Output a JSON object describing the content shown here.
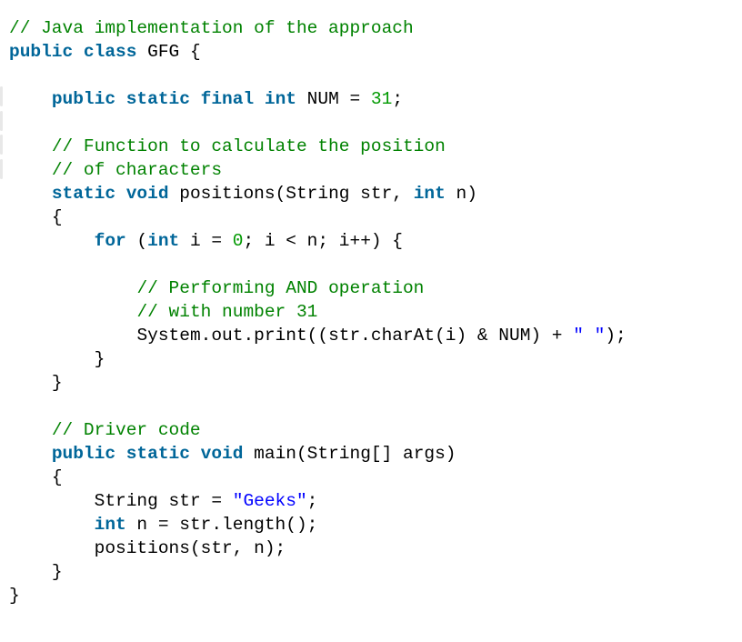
{
  "code": {
    "lines": [
      {
        "indent": 0,
        "tokens": [
          {
            "t": "// Java implementation of the approach",
            "k": "cm"
          }
        ]
      },
      {
        "indent": 0,
        "tokens": [
          {
            "t": "public",
            "k": "kw"
          },
          {
            "t": " ",
            "k": "pl"
          },
          {
            "t": "class",
            "k": "kw"
          },
          {
            "t": " GFG {",
            "k": "pl"
          }
        ]
      },
      {
        "indent": 0,
        "tokens": []
      },
      {
        "indent": 4,
        "tokens": [
          {
            "t": "public",
            "k": "kw"
          },
          {
            "t": " ",
            "k": "pl"
          },
          {
            "t": "static",
            "k": "kw"
          },
          {
            "t": " ",
            "k": "pl"
          },
          {
            "t": "final",
            "k": "kw"
          },
          {
            "t": " ",
            "k": "pl"
          },
          {
            "t": "int",
            "k": "kw"
          },
          {
            "t": " NUM = ",
            "k": "pl"
          },
          {
            "t": "31",
            "k": "num"
          },
          {
            "t": ";",
            "k": "pl"
          }
        ]
      },
      {
        "indent": 0,
        "tokens": []
      },
      {
        "indent": 4,
        "tokens": [
          {
            "t": "// Function to calculate the position",
            "k": "cm"
          }
        ]
      },
      {
        "indent": 4,
        "tokens": [
          {
            "t": "// of characters",
            "k": "cm"
          }
        ]
      },
      {
        "indent": 4,
        "tokens": [
          {
            "t": "static",
            "k": "kw"
          },
          {
            "t": " ",
            "k": "pl"
          },
          {
            "t": "void",
            "k": "kw"
          },
          {
            "t": " positions(String str, ",
            "k": "pl"
          },
          {
            "t": "int",
            "k": "kw"
          },
          {
            "t": " n)",
            "k": "pl"
          }
        ]
      },
      {
        "indent": 4,
        "tokens": [
          {
            "t": "{",
            "k": "pl"
          }
        ]
      },
      {
        "indent": 8,
        "tokens": [
          {
            "t": "for",
            "k": "kw"
          },
          {
            "t": " (",
            "k": "pl"
          },
          {
            "t": "int",
            "k": "kw"
          },
          {
            "t": " i = ",
            "k": "pl"
          },
          {
            "t": "0",
            "k": "num"
          },
          {
            "t": "; i < n; i++) {",
            "k": "pl"
          }
        ]
      },
      {
        "indent": 0,
        "tokens": []
      },
      {
        "indent": 12,
        "tokens": [
          {
            "t": "// Performing AND operation",
            "k": "cm"
          }
        ]
      },
      {
        "indent": 12,
        "tokens": [
          {
            "t": "// with number 31",
            "k": "cm"
          }
        ]
      },
      {
        "indent": 12,
        "tokens": [
          {
            "t": "System.out.print((str.charAt(i) & NUM) + ",
            "k": "pl"
          },
          {
            "t": "\" \"",
            "k": "str"
          },
          {
            "t": ");",
            "k": "pl"
          }
        ]
      },
      {
        "indent": 8,
        "tokens": [
          {
            "t": "}",
            "k": "pl"
          }
        ]
      },
      {
        "indent": 4,
        "tokens": [
          {
            "t": "}",
            "k": "pl"
          }
        ]
      },
      {
        "indent": 0,
        "tokens": []
      },
      {
        "indent": 4,
        "tokens": [
          {
            "t": "// Driver code",
            "k": "cm"
          }
        ]
      },
      {
        "indent": 4,
        "tokens": [
          {
            "t": "public",
            "k": "kw"
          },
          {
            "t": " ",
            "k": "pl"
          },
          {
            "t": "static",
            "k": "kw"
          },
          {
            "t": " ",
            "k": "pl"
          },
          {
            "t": "void",
            "k": "kw"
          },
          {
            "t": " main(String[] args)",
            "k": "pl"
          }
        ]
      },
      {
        "indent": 4,
        "tokens": [
          {
            "t": "{",
            "k": "pl"
          }
        ]
      },
      {
        "indent": 8,
        "tokens": [
          {
            "t": "String str = ",
            "k": "pl"
          },
          {
            "t": "\"Geeks\"",
            "k": "str"
          },
          {
            "t": ";",
            "k": "pl"
          }
        ]
      },
      {
        "indent": 8,
        "tokens": [
          {
            "t": "int",
            "k": "kw"
          },
          {
            "t": " n = str.length();",
            "k": "pl"
          }
        ]
      },
      {
        "indent": 8,
        "tokens": [
          {
            "t": "positions(str, n);",
            "k": "pl"
          }
        ]
      },
      {
        "indent": 4,
        "tokens": [
          {
            "t": "}",
            "k": "pl"
          }
        ]
      },
      {
        "indent": 0,
        "tokens": [
          {
            "t": "}",
            "k": "pl"
          }
        ]
      }
    ]
  },
  "colors": {
    "keyword": "#006699",
    "comment": "#008200",
    "number": "#009900",
    "string": "#0000ff",
    "plain": "#000000",
    "background": "#ffffff"
  }
}
